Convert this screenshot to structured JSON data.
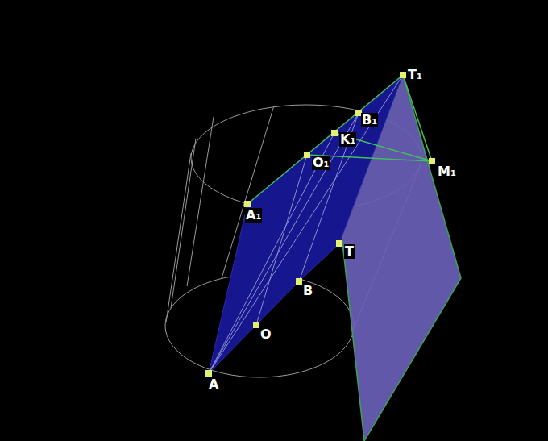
{
  "diagram": {
    "labels": [
      "T₁",
      "B₁",
      "K₁",
      "O₁",
      "M₁",
      "A₁",
      "T",
      "B",
      "O",
      "A"
    ]
  }
}
